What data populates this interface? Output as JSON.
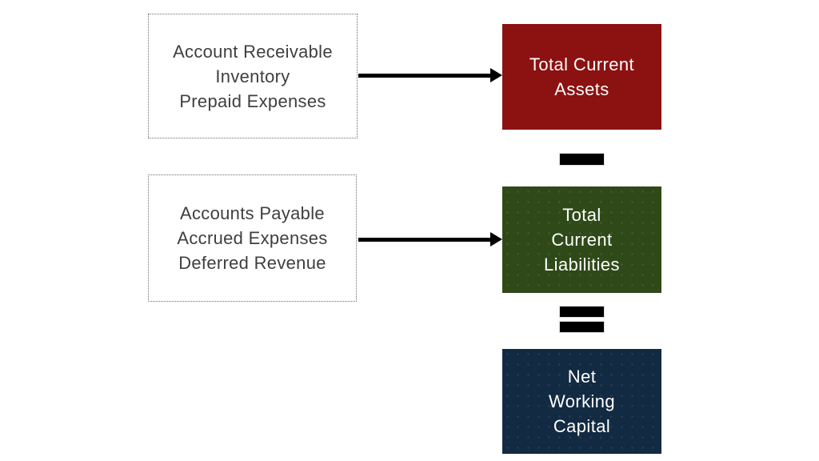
{
  "diagram": {
    "title": "Net Working Capital flow diagram",
    "colors": {
      "total_current_assets_bg": "#8C1111",
      "total_current_liabilities_bg": "#2F4A18",
      "net_working_capital_bg": "#122A42",
      "input_box_text": "#3f3f42",
      "input_box_border": "#6e6e6e",
      "arrow": "#000000",
      "operator": "#000000",
      "result_text": "#ffffff"
    },
    "inputs": [
      {
        "name": "current-assets-components",
        "lines": [
          "Account Receivable",
          "Inventory",
          "Prepaid Expenses"
        ]
      },
      {
        "name": "current-liabilities-components",
        "lines": [
          "Accounts Payable",
          "Accrued Expenses",
          "Deferred Revenue"
        ]
      }
    ],
    "results": {
      "total_current_assets": {
        "lines": [
          "Total Current",
          "Assets"
        ]
      },
      "total_current_liabilities": {
        "lines": [
          "Total",
          "Current",
          "Liabilities"
        ]
      },
      "net_working_capital": {
        "lines": [
          "Net",
          "Working",
          "Capital"
        ]
      }
    },
    "operators": {
      "minus": "-",
      "equals": "="
    }
  }
}
